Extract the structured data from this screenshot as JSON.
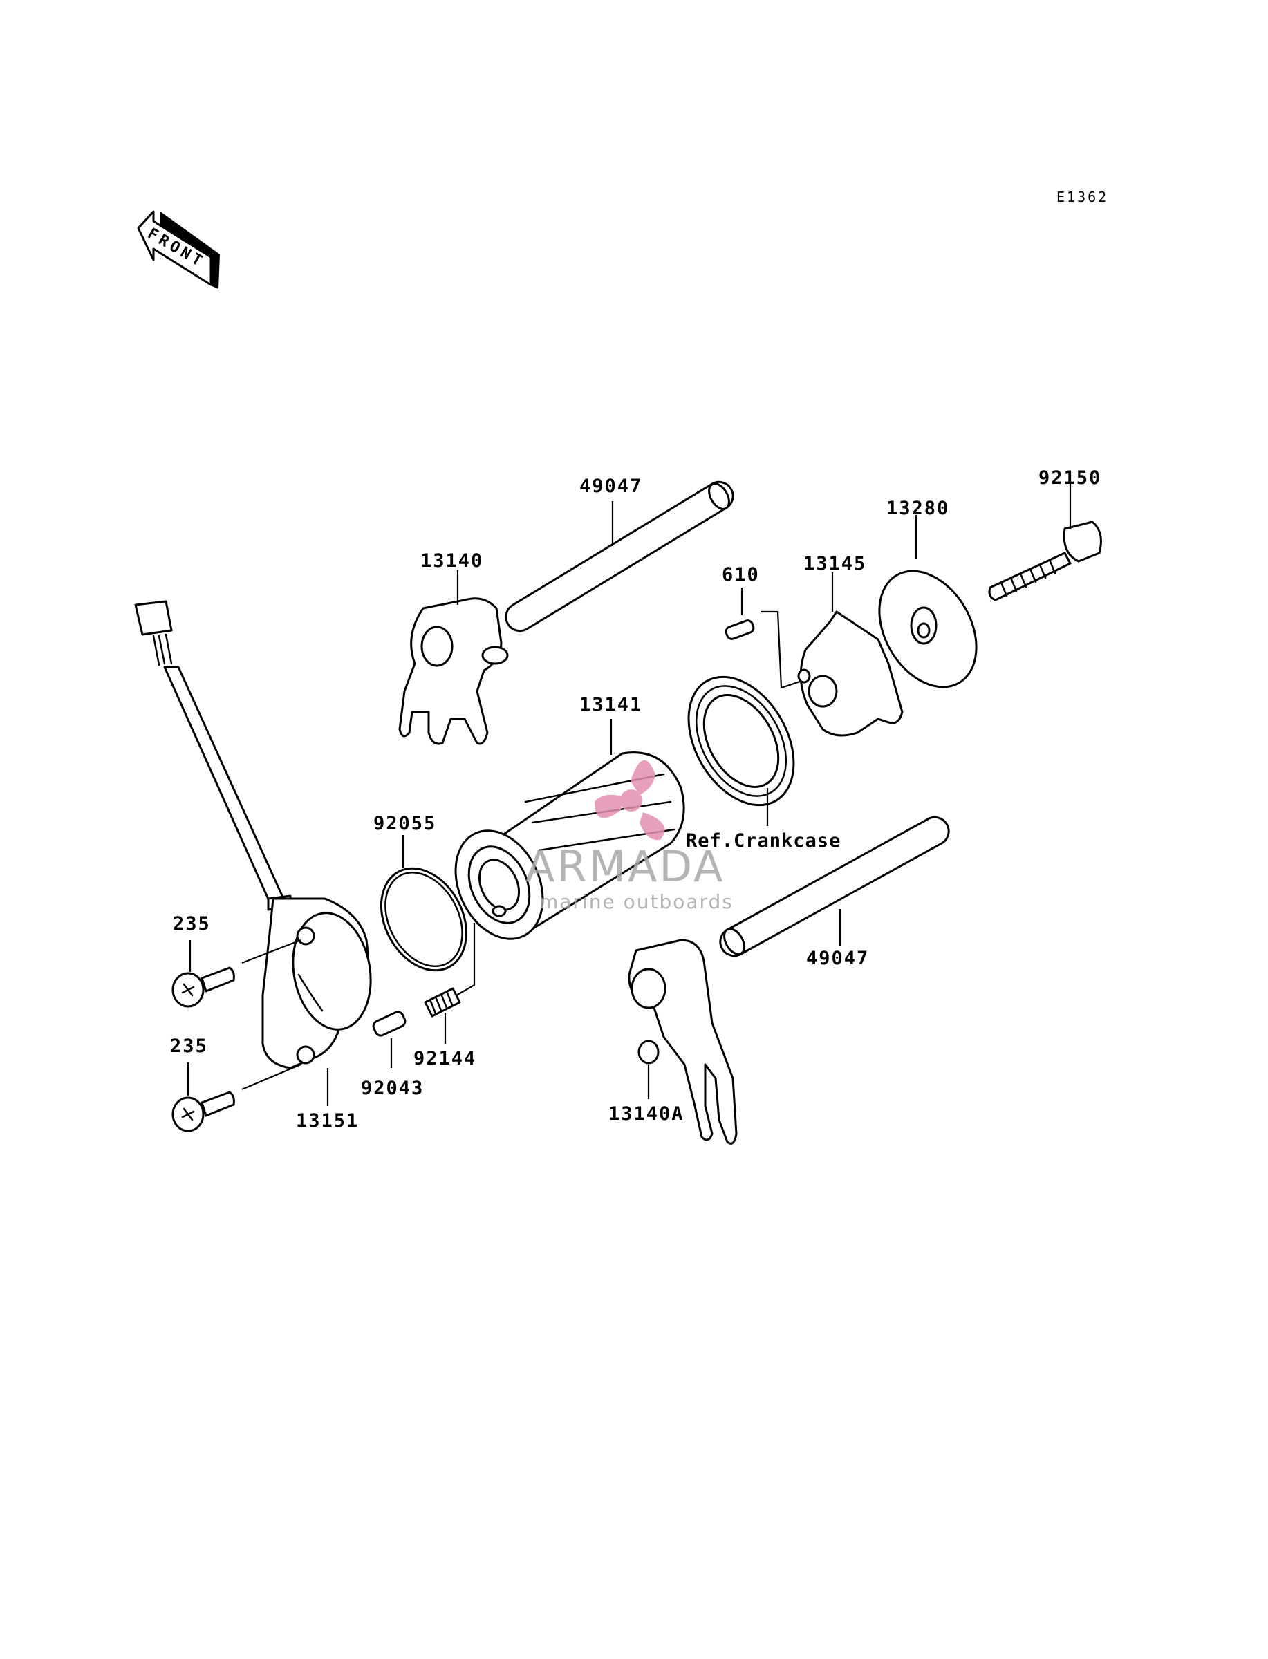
{
  "diagram": {
    "code": "E1362",
    "front_label": "FRONT",
    "callouts": {
      "c49047_top": "49047",
      "c13140": "13140",
      "c610": "610",
      "c13145": "13145",
      "c13280": "13280",
      "c92150": "92150",
      "c13141": "13141",
      "c92055": "92055",
      "ref_crankcase": "Ref.Crankcase",
      "c235_upper": "235",
      "c235_lower": "235",
      "c13151": "13151",
      "c92043": "92043",
      "c92144": "92144",
      "c49047_bottom": "49047",
      "c13140A": "13140A"
    }
  },
  "watermark": {
    "brand": "ARMADA",
    "tagline": "marine outboards",
    "brand_color": "#e58fb1",
    "text_color": "#9b9b9b"
  }
}
